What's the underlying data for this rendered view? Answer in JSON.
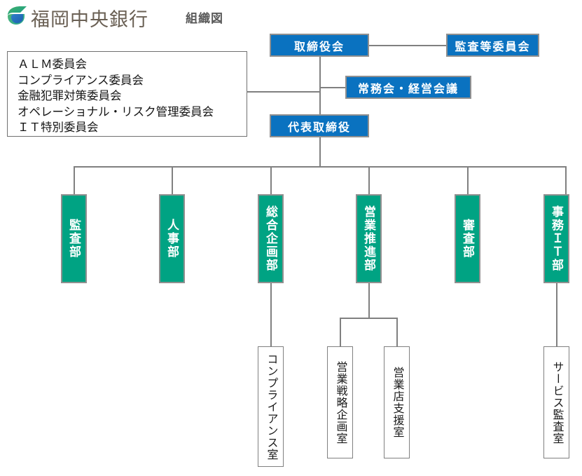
{
  "header": {
    "logo_icon": "bank-swoosh-logo",
    "bank_name": "福岡中央銀行",
    "chart_title": "組織図",
    "brand_green": "#00a383",
    "brand_blue": "#0a72c0"
  },
  "committees": {
    "items": [
      "ＡＬＭ委員会",
      "コンプライアンス委員会",
      "金融犯罪対策委員会",
      "オペレーショナル・リスク管理委員会",
      "ＩＴ特別委員会"
    ]
  },
  "governance": {
    "board_of_directors": "取締役会",
    "audit_committee": "監査等委員会",
    "executive_meeting": "常務会・経営会議",
    "representative_director": "代表取締役"
  },
  "departments": [
    {
      "name": "監査部"
    },
    {
      "name": "人事部"
    },
    {
      "name": "総合企画部"
    },
    {
      "name": "営業推進部"
    },
    {
      "name": "審査部"
    },
    {
      "name": "事務ＩＴ部"
    }
  ],
  "sub_units": [
    {
      "name": "コンプライアンス室",
      "parent": "総合企画部"
    },
    {
      "name": "営業戦略企画室",
      "parent": "営業推進部"
    },
    {
      "name": "営業店支援室",
      "parent": "営業推進部"
    },
    {
      "name": "サービス監査室",
      "parent": "事務ＩＴ部"
    }
  ]
}
